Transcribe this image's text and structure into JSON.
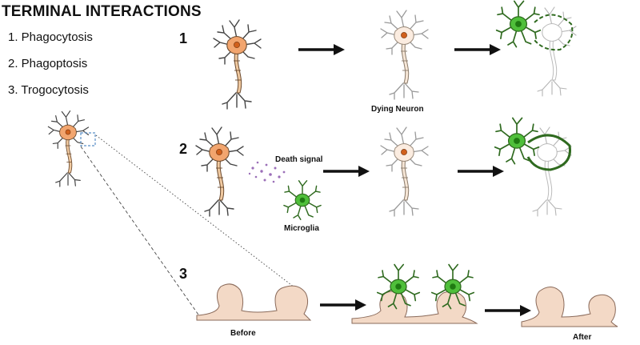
{
  "title": "TERMINAL INTERACTIONS",
  "list": [
    "1. Phagocytosis",
    "2. Phagoptosis",
    "3. Trogocytosis"
  ],
  "row_numbers": [
    "1",
    "2",
    "3"
  ],
  "labels": {
    "dying_neuron": "Dying Neuron",
    "death_signal": "Death signal",
    "microglia": "Microglia",
    "before": "Before",
    "after": "After"
  },
  "colors": {
    "neuron_body": "#f2a56e",
    "neuron_nucleus": "#d0601c",
    "axon": "#f0c9a0",
    "dendrite": "#444444",
    "dying_neuron": "#bfbfbf",
    "microglia": "#4fbf3a",
    "synapse": "#f3d9c6",
    "death_signal_dots": "#9b6fb8"
  }
}
